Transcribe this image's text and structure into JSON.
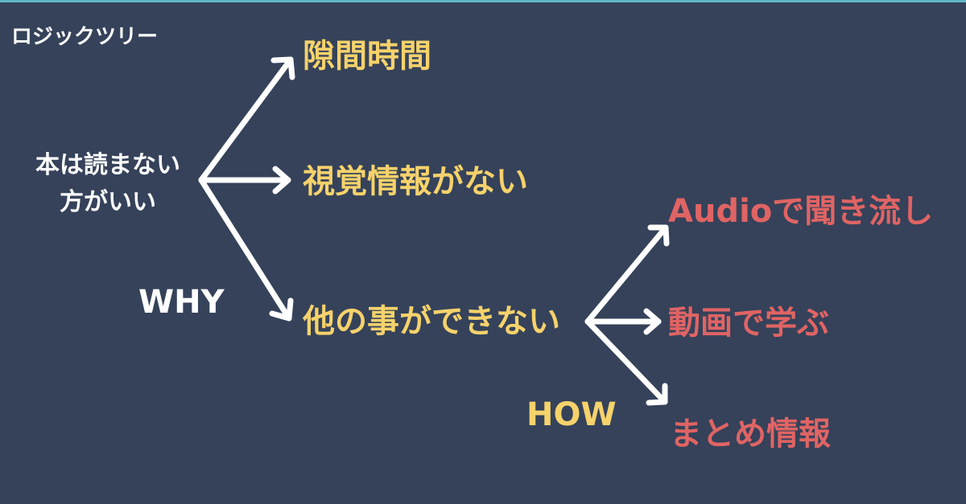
{
  "title": "ロジックツリー",
  "root": {
    "line1": "本は読まない",
    "line2": "方がいい"
  },
  "why_label": "WHY",
  "how_label": "HOW",
  "branches": [
    {
      "label": "隙間時間"
    },
    {
      "label": "視覚情報がない"
    },
    {
      "label": "他の事ができない"
    }
  ],
  "solutions": [
    {
      "label": "Audioで聞き流し"
    },
    {
      "label": "動画で学ぶ"
    },
    {
      "label": "まとめ情報"
    }
  ],
  "colors": {
    "background": "#35425a",
    "root_text": "#ffffff",
    "branch_text": "#f6d26b",
    "solution_text": "#e06464",
    "arrow": "#ffffff"
  }
}
